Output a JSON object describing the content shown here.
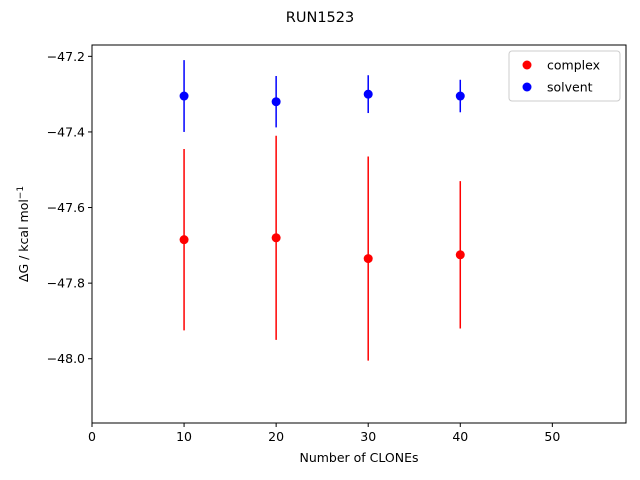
{
  "chart_data": {
    "type": "scatter",
    "title": "RUN1523",
    "xlabel": "Number of CLONEs",
    "ylabel_main": "ΔG / kcal mol",
    "ylabel_sup": "−1",
    "xlim": [
      0,
      58
    ],
    "ylim": [
      -48.17,
      -47.17
    ],
    "xticks": [
      0,
      10,
      20,
      30,
      40,
      50
    ],
    "yticks": [
      -48.0,
      -47.8,
      -47.6,
      -47.4,
      -47.2
    ],
    "legend_position": "top-right",
    "series": [
      {
        "name": "complex",
        "color": "#ff0000",
        "points": [
          {
            "x": 10,
            "y": -47.685,
            "err": 0.24
          },
          {
            "x": 20,
            "y": -47.68,
            "err": 0.27
          },
          {
            "x": 30,
            "y": -47.735,
            "err": 0.27
          },
          {
            "x": 40,
            "y": -47.725,
            "err": 0.195
          }
        ]
      },
      {
        "name": "solvent",
        "color": "#0000ff",
        "points": [
          {
            "x": 10,
            "y": -47.305,
            "err": 0.095
          },
          {
            "x": 20,
            "y": -47.32,
            "err": 0.068
          },
          {
            "x": 30,
            "y": -47.3,
            "err": 0.05
          },
          {
            "x": 40,
            "y": -47.305,
            "err": 0.043
          }
        ]
      }
    ]
  }
}
